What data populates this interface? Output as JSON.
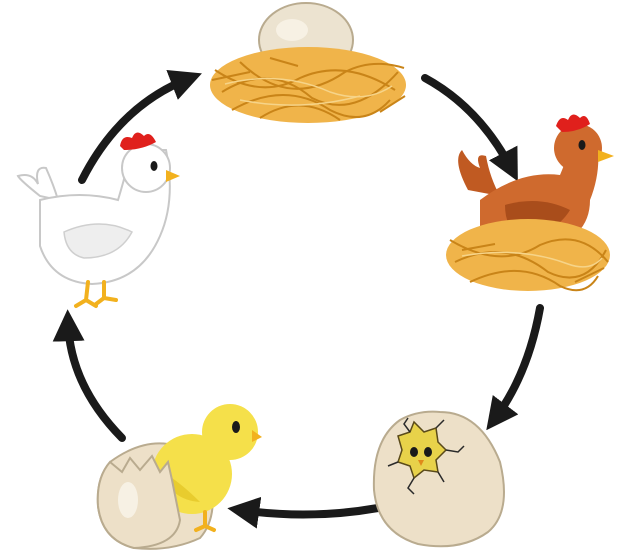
{
  "diagram": {
    "type": "cycle",
    "stages": [
      {
        "id": "egg-in-nest",
        "icon": "egg-in-nest-icon"
      },
      {
        "id": "hen-sitting",
        "icon": "brown-hen-on-nest-icon"
      },
      {
        "id": "hatching-egg",
        "icon": "cracked-egg-with-chick-icon"
      },
      {
        "id": "chick",
        "icon": "chick-in-eggshell-icon"
      },
      {
        "id": "adult-hen",
        "icon": "white-hen-icon"
      }
    ],
    "flow": "clockwise",
    "colors": {
      "arrow": "#1a1a1a",
      "straw": "#e0a030",
      "egg": "#ede0c8",
      "brown_hen": "#cf6a2e",
      "white_hen": "#ffffff",
      "chick": "#f5e04a",
      "comb": "#e0201c",
      "beak": "#f2b11e"
    }
  }
}
